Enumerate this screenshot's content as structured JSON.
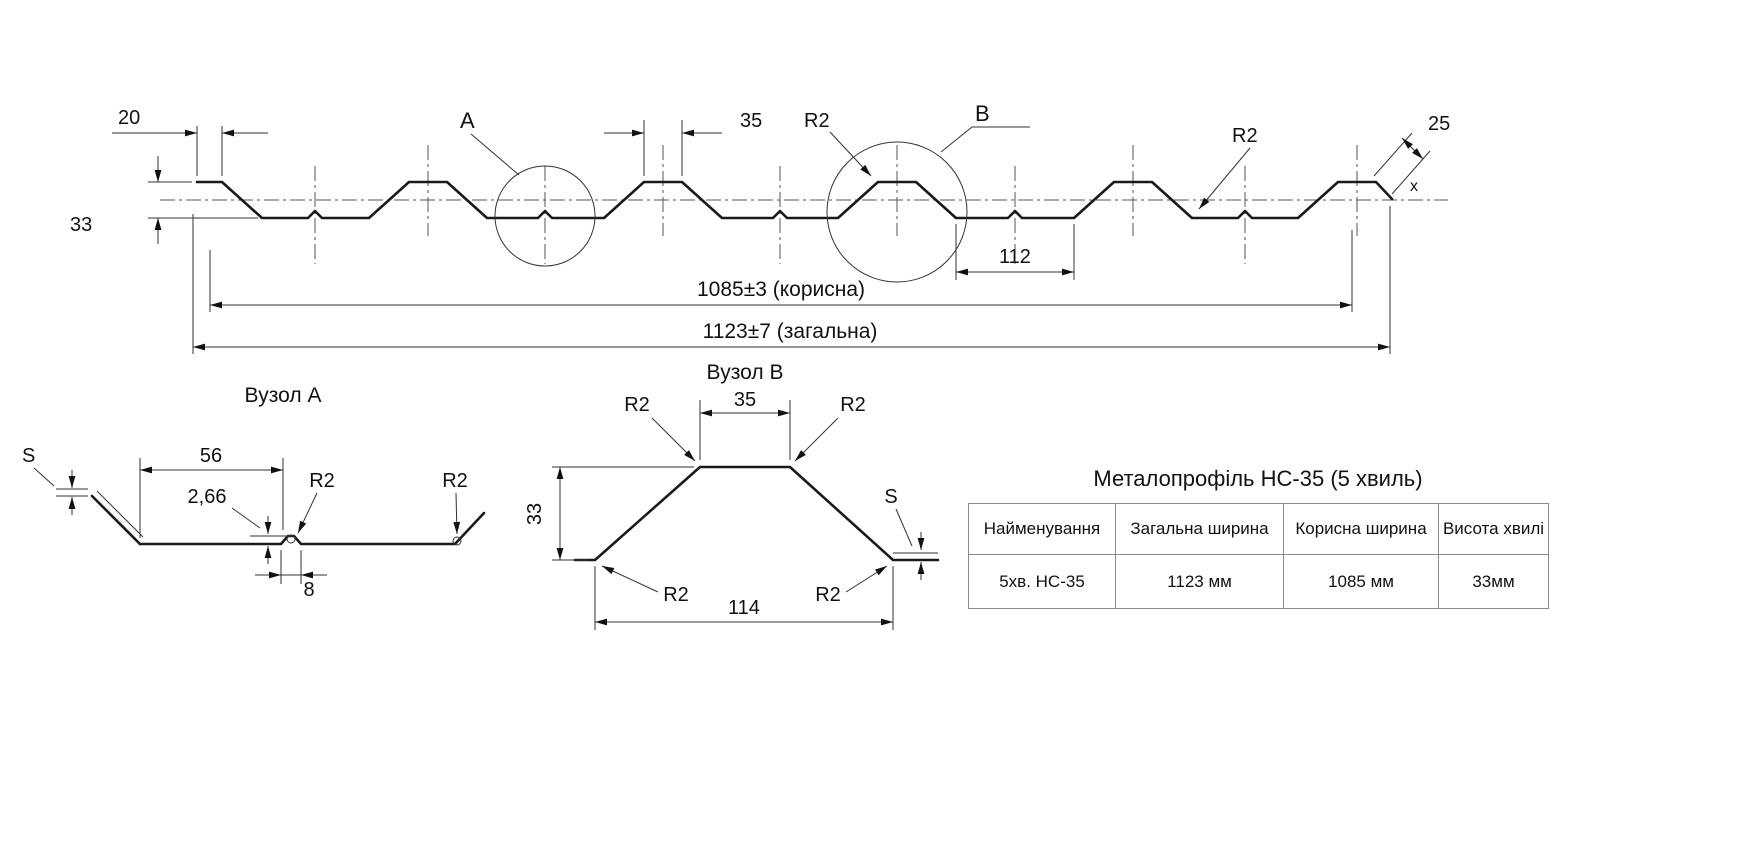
{
  "main_view": {
    "dim_20": "20",
    "dim_33": "33",
    "label_a": "A",
    "dim_35": "35",
    "r2_mid": "R2",
    "label_b": "B",
    "r2_right": "R2",
    "dim_25": "25",
    "mark_x": "x",
    "dim_112": "112",
    "dim_useful": "1085±3 (корисна)",
    "dim_total": "1123±7 (загальна)"
  },
  "node_a": {
    "title": "Вузол A",
    "dim_s": "S",
    "dim_56": "56",
    "dim_2_66": "2,66",
    "r2_notch": "R2",
    "r2_corner": "R2",
    "dim_8": "8"
  },
  "node_b": {
    "title": "Вузол B",
    "r2_top_left": "R2",
    "dim_35": "35",
    "r2_top_right": "R2",
    "dim_33": "33",
    "r2_bottom_left": "R2",
    "r2_bottom_right": "R2",
    "dim_114": "114",
    "dim_s": "S"
  },
  "table": {
    "title": "Металопрофіль НС-35 (5 хвиль)",
    "headers": [
      "Найменування",
      "Загальна ширина",
      "Корисна ширина",
      "Висота хвилі"
    ],
    "row": [
      "5хв. НС-35",
      "1123 мм",
      "1085 мм",
      "33мм"
    ]
  }
}
